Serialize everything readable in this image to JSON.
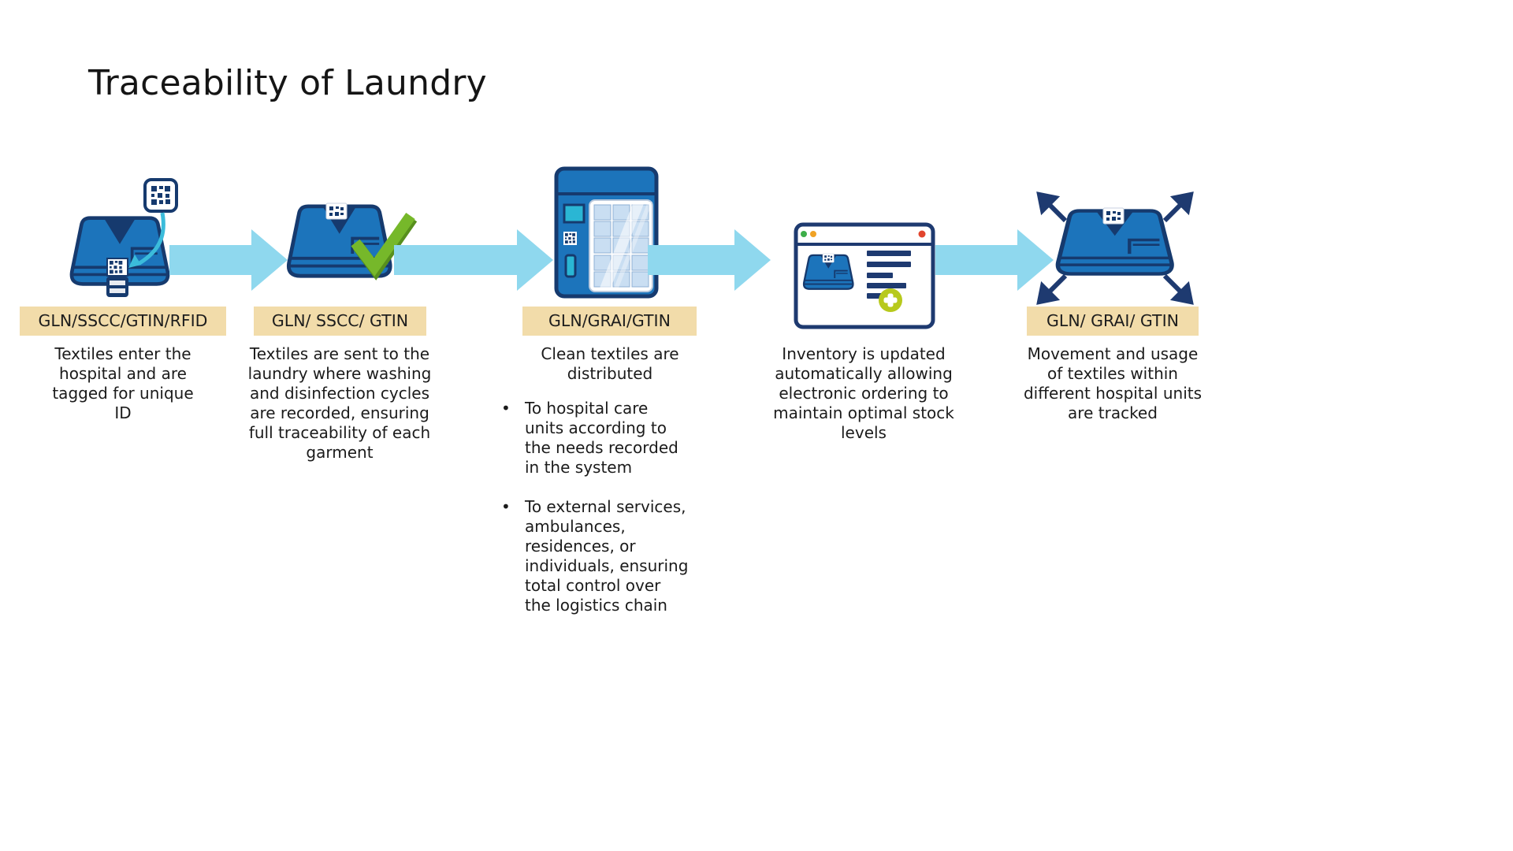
{
  "title": "Traceability of Laundry",
  "colors": {
    "textile_blue": "#1c74bb",
    "outline_navy": "#163a6e",
    "flow_arrow_blue": "#8fd8ee",
    "label_box_tan": "#f2dcaa",
    "check_green": "#76b82a",
    "add_button_green": "#b7c91c",
    "cyan_accent": "#2ab6d4",
    "text_color": "#1b1b1b"
  },
  "stages": [
    {
      "icon": "textile-with-rfid-tag",
      "label": "GLN/SSCC/GTIN/RFID",
      "description": "Textiles enter the\nhospital and are\ntagged for unique\nID"
    },
    {
      "icon": "textile-with-checkmark",
      "label": "GLN/ SSCC/ GTIN",
      "description": "Textiles are sent to the\nlaundry where washing\nand disinfection cycles\nare recorded, ensuring\nfull traceability of each\ngarment"
    },
    {
      "icon": "dispenser-cabinet",
      "label": "GLN/GRAI/GTIN",
      "description": "Clean textiles are\ndistributed",
      "bullets": [
        "To hospital care\nunits according to\nthe needs recorded\nin the system",
        "To external services,\nambulances,\nresidences, or\nindividuals, ensuring\ntotal control over\nthe logistics chain"
      ]
    },
    {
      "icon": "inventory-window",
      "label": "",
      "description": "Inventory is updated\nautomatically allowing\nelectronic ordering to\nmaintain optimal stock\nlevels"
    },
    {
      "icon": "textile-movement-tracking",
      "label": "GLN/ GRAI/ GTIN",
      "description": "Movement and usage\nof textiles within\ndifferent hospital units\nare tracked"
    }
  ]
}
